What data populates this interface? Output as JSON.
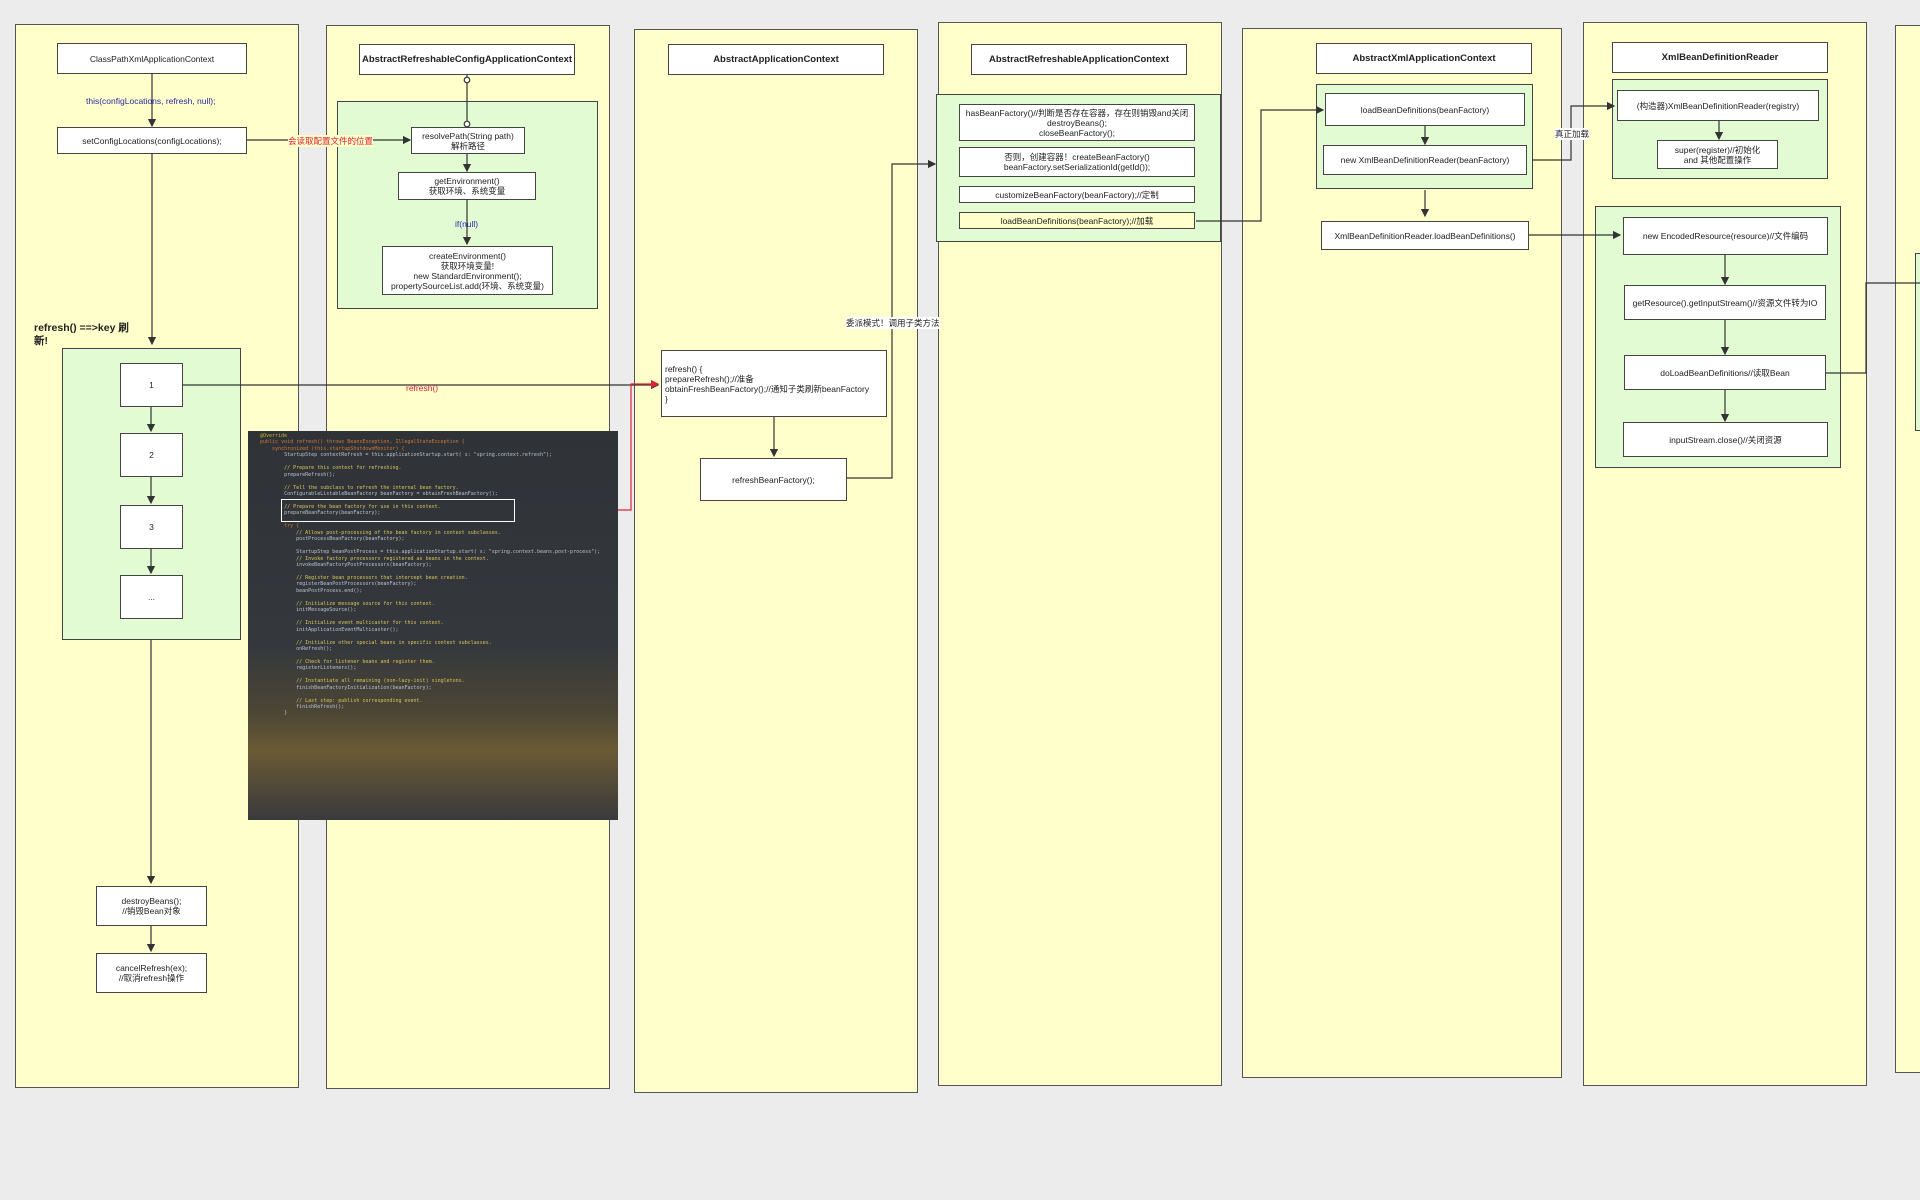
{
  "lanes": [
    {
      "title": "ClassPathXmlApplicationContext"
    },
    {
      "title": "AbstractRefreshableConfigApplicationContext"
    },
    {
      "title": "AbstractApplicationContext"
    },
    {
      "title": "AbstractRefreshableApplicationContext"
    },
    {
      "title": "AbstractXmlApplicationContext"
    },
    {
      "title": "XmlBeanDefinitionReader"
    }
  ],
  "lane1": {
    "call_label": "this(configLocations, refresh, null);",
    "set_config": "setConfigLocations(configLocations);",
    "refresh_key": "refresh() ==>key 刷\n新!",
    "steps": [
      "1",
      "2",
      "3",
      "..."
    ],
    "destroy": "destroyBeans();\n//销毁Bean对象",
    "cancel": "cancelRefresh(ex);\n//取消refresh操作"
  },
  "lane2": {
    "resolve": "resolvePath(String path)\n解析路径",
    "get_env": "getEnvironment()\n获取环境、系统变量",
    "if_null": "if(null)",
    "create_env": "createEnvironment()\n获取环境变量!\nnew StandardEnvironment();\npropertySourceList.add(环境、系统变量)"
  },
  "lane3": {
    "refresh_block": "refresh() {\n   prepareRefresh();//准备\n   obtainFreshBeanFactory();//通知子类刷新beanFactory\n}",
    "refresh_bf": "refreshBeanFactory();"
  },
  "lane4": {
    "has_bf": "hasBeanFactory()//判断是否存在容器，存在则销毁and关闭\ndestroyBeans();\ncloseBeanFactory();",
    "create_bf": "否则，创建容器！createBeanFactory()\nbeanFactory.setSerializationId(getId());",
    "customize": "customizeBeanFactory(beanFactory);//定制",
    "load": "loadBeanDefinitions(beanFactory);//加载"
  },
  "lane5": {
    "load_bd": "loadBeanDefinitions(beanFactory)",
    "new_reader": "new XmlBeanDefinitionReader(beanFactory)",
    "reader_load": "XmlBeanDefinitionReader.loadBeanDefinitions()"
  },
  "lane6": {
    "ctor": "(构造器)XmlBeanDefinitionReader(registry)",
    "super": "super(register)//初始化\nand 其他配置操作",
    "encoded": "new EncodedResource(resource)//文件编码",
    "get_res": "getResource().getInputStream()//资源文件转为IO",
    "do_load": "doLoadBeanDefinitions//读取Bean",
    "close": "inputStream.close()//关闭资源"
  },
  "edge_labels": {
    "read_config": "会读取配置文件的位置",
    "refresh": "refresh()",
    "delegate": "委派模式！调用子类方法",
    "actual_load": "真正加载"
  },
  "code": [
    "@Override",
    "public void refresh() throws BeansException, IllegalStateException {",
    "    synchronized (this.startupShutdownMonitor) {",
    "        StartupStep contextRefresh = this.applicationStartup.start( s: \"spring.context.refresh\");",
    "",
    "        // Prepare this context for refreshing.",
    "        prepareRefresh();",
    "",
    "        // Tell the subclass to refresh the internal bean factory.",
    "        ConfigurableListableBeanFactory beanFactory = obtainFreshBeanFactory();",
    "",
    "        // Prepare the bean factory for use in this context.",
    "        prepareBeanFactory(beanFactory);",
    "",
    "        try {",
    "            // Allows post-processing of the bean factory in context subclasses.",
    "            postProcessBeanFactory(beanFactory);",
    "",
    "            StartupStep beanPostProcess = this.applicationStartup.start( s: \"spring.context.beans.post-process\");",
    "            // Invoke factory processors registered as beans in the context.",
    "            invokeBeanFactoryPostProcessors(beanFactory);",
    "",
    "            // Register bean processors that intercept bean creation.",
    "            registerBeanPostProcessors(beanFactory);",
    "            beanPostProcess.end();",
    "",
    "            // Initialize message source for this context.",
    "            initMessageSource();",
    "",
    "            // Initialize event multicaster for this context.",
    "            initApplicationEventMulticaster();",
    "",
    "            // Initialize other special beans in specific context subclasses.",
    "            onRefresh();",
    "",
    "            // Check for listener beans and register them.",
    "            registerListeners();",
    "",
    "            // Instantiate all remaining (non-lazy-init) singletons.",
    "            finishBeanFactoryInitialization(beanFactory);",
    "",
    "            // Last step: publish corresponding event.",
    "            finishRefresh();",
    "        }"
  ]
}
